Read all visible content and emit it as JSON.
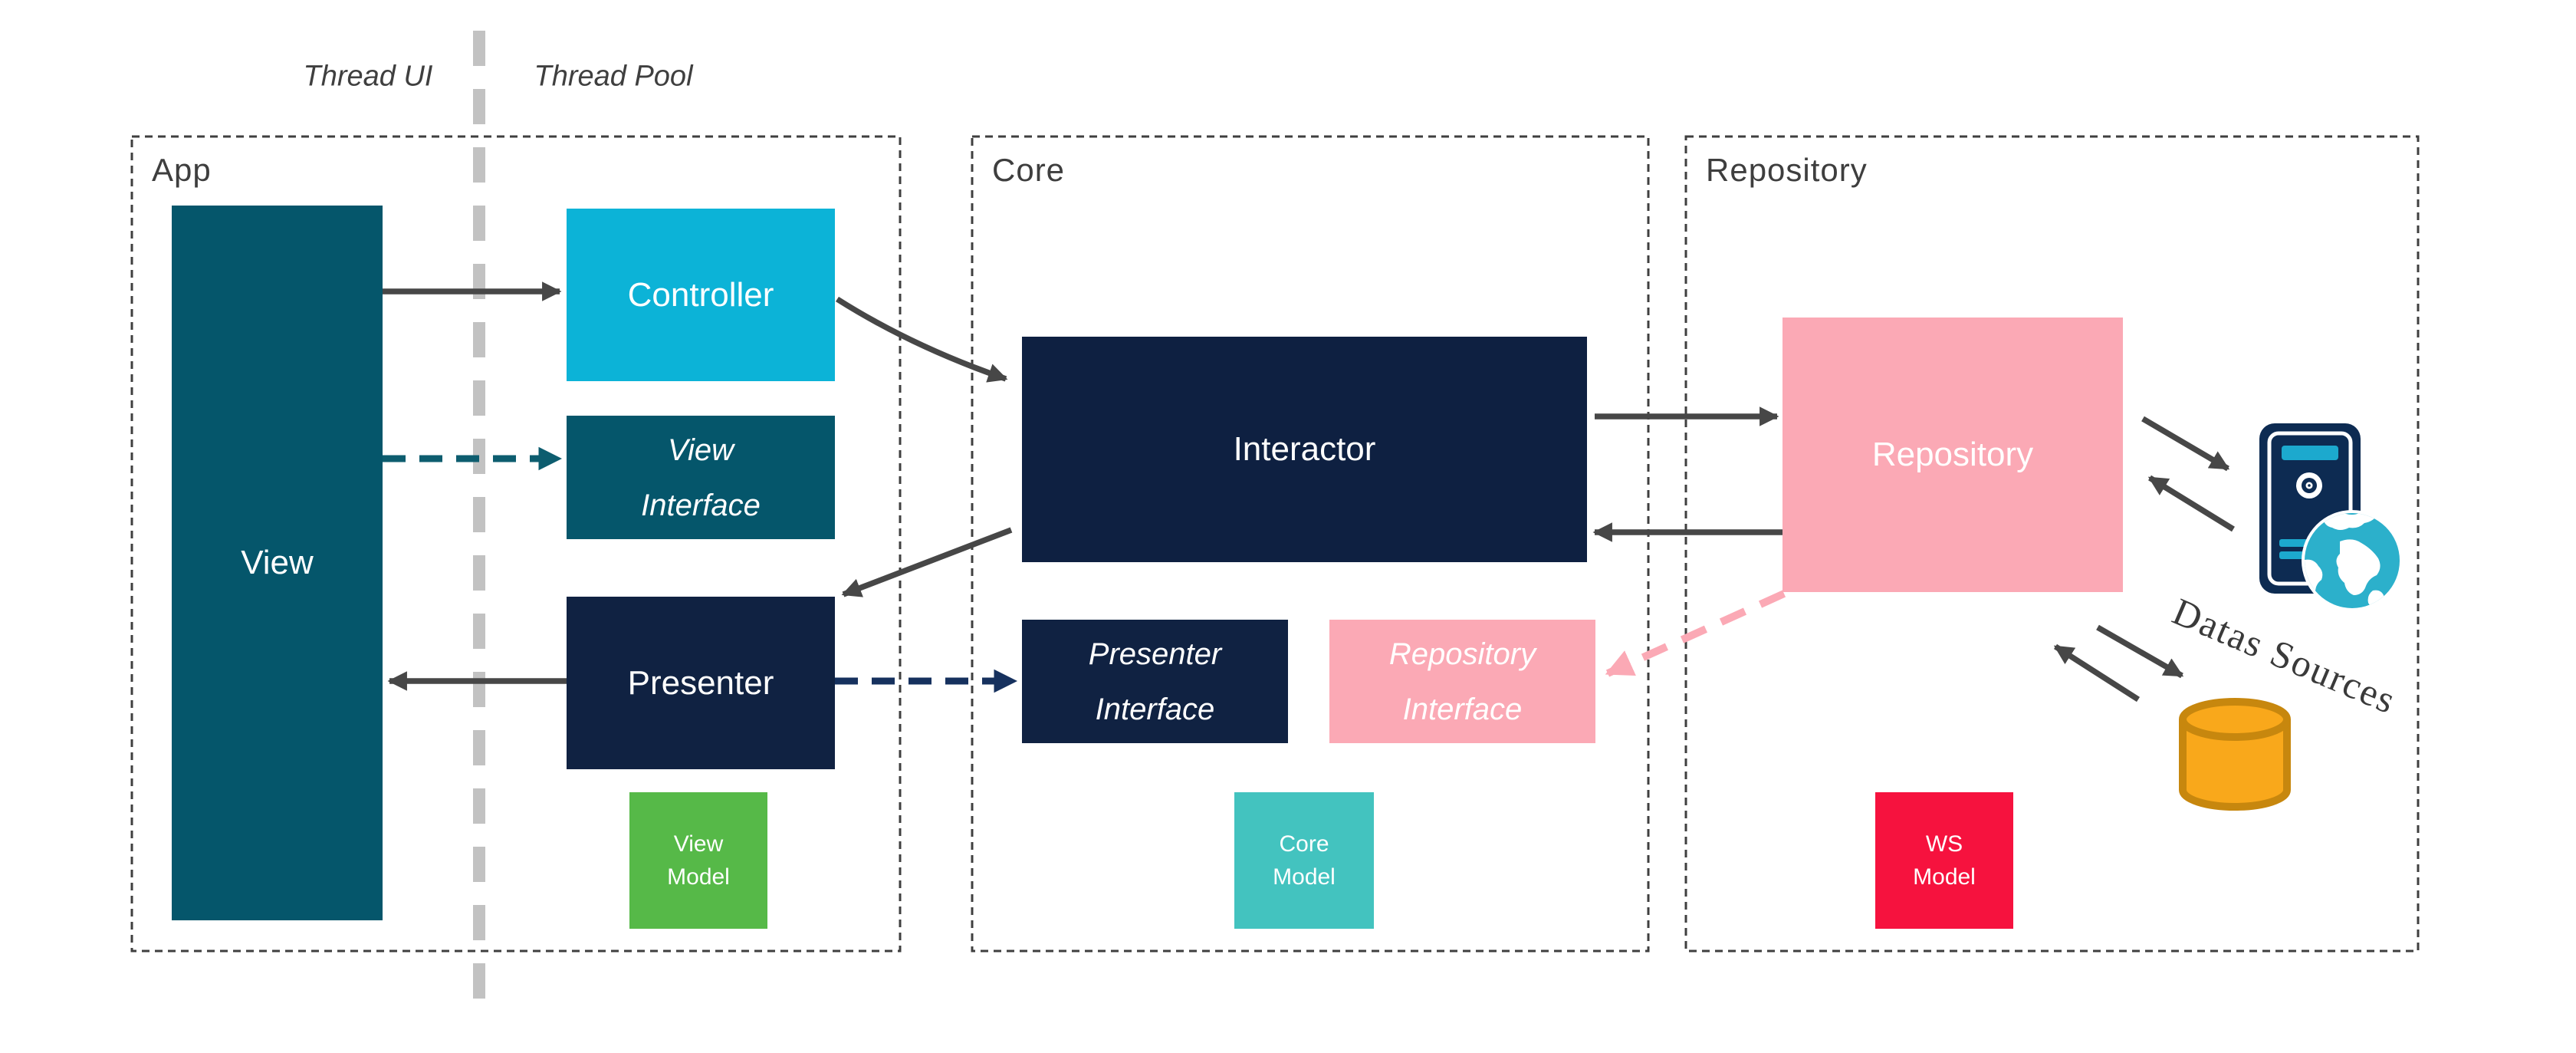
{
  "thread_labels": {
    "ui": "Thread UI",
    "pool": "Thread Pool"
  },
  "containers": {
    "app": {
      "label": "App",
      "boxes": {
        "view": {
          "label": "View",
          "color": "#05566B"
        },
        "controller": {
          "label": "Controller",
          "color": "#0CB3D7"
        },
        "view_interface": {
          "line1": "View",
          "line2": "Interface",
          "color": "#05566B",
          "style": "italic"
        },
        "presenter": {
          "label": "Presenter",
          "color": "#102242"
        },
        "view_model": {
          "line1": "View",
          "line2": "Model",
          "color": "#56B948"
        }
      }
    },
    "core": {
      "label": "Core",
      "boxes": {
        "interactor": {
          "label": "Interactor",
          "color": "#0E2041"
        },
        "presenter_interface": {
          "line1": "Presenter",
          "line2": "Interface",
          "color": "#102242",
          "style": "italic"
        },
        "repository_interface": {
          "line1": "Repository",
          "line2": "Interface",
          "color": "#FBA9B5",
          "style": "italic"
        },
        "core_model": {
          "line1": "Core",
          "line2": "Model",
          "color": "#43C3BF"
        }
      }
    },
    "repository": {
      "label": "Repository",
      "boxes": {
        "repository": {
          "label": "Repository",
          "color": "#FBA9B5"
        },
        "ws_model": {
          "line1": "WS",
          "line2": "Model",
          "color": "#F6123E"
        }
      }
    }
  },
  "annotations": {
    "datas_sources": "Datas Sources"
  },
  "icons": {
    "server": "server-icon",
    "globe": "globe-icon",
    "database": "database-cylinder-icon"
  },
  "palette": {
    "teal_dark": "#05566B",
    "cyan": "#0CB3D7",
    "navy": "#0E2041",
    "navy_box": "#102242",
    "green": "#56B948",
    "turquoise": "#43C3BF",
    "pink": "#FBA9B5",
    "red": "#F6123E",
    "orange_fill": "#F9A81B",
    "orange_stroke": "#C7870E",
    "arrow_gray": "#474747",
    "arrow_teal_dashed": "#0D5D6F",
    "arrow_navy_dashed": "#16315E",
    "arrow_pink_dashed": "#FBA9B5",
    "thread_line_gray": "#C2C2C2",
    "frame_gray": "#3F3F3F",
    "server_navy": "#0D2B52",
    "globe_teal": "#2CB0CB"
  },
  "connections": [
    {
      "from": "view",
      "to": "controller",
      "style": "solid"
    },
    {
      "from": "view",
      "to": "view-interface",
      "style": "dashed-teal"
    },
    {
      "from": "presenter",
      "to": "view",
      "style": "solid"
    },
    {
      "from": "controller",
      "to": "interactor",
      "style": "solid"
    },
    {
      "from": "interactor",
      "to": "presenter",
      "style": "solid"
    },
    {
      "from": "presenter",
      "to": "presenter-interface",
      "style": "dashed-navy"
    },
    {
      "from": "interactor",
      "to": "repository",
      "style": "solid"
    },
    {
      "from": "repository",
      "to": "interactor",
      "style": "solid"
    },
    {
      "from": "repository",
      "to": "repository-interface",
      "style": "dashed-pink"
    },
    {
      "from": "repository",
      "to": "server",
      "style": "solid-double"
    },
    {
      "from": "repository",
      "to": "database",
      "style": "solid-double"
    }
  ]
}
